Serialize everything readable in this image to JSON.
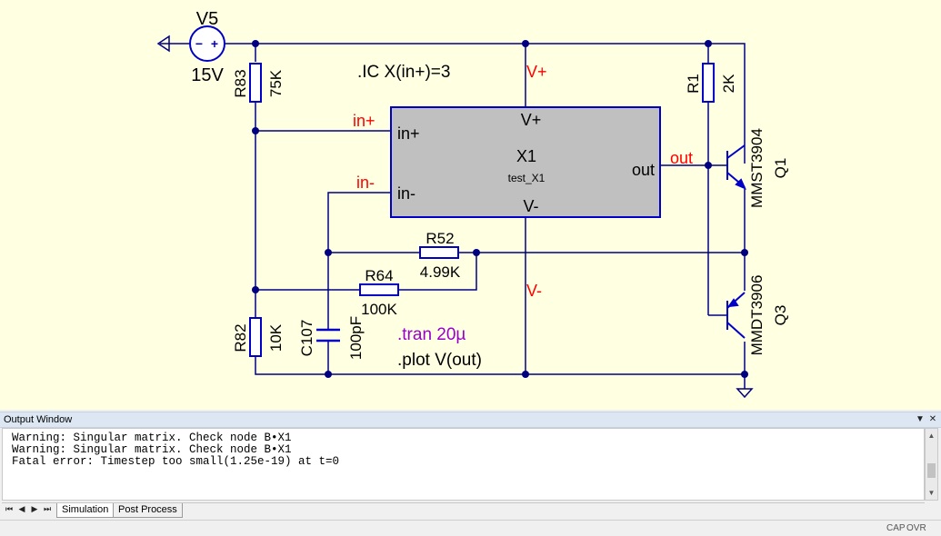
{
  "schematic": {
    "directives": {
      "ic": ".IC X(in+)=3",
      "tran": ".tran 20µ",
      "plot": ".plot V(out)"
    },
    "source": {
      "name": "V5",
      "value": "15V",
      "plus": "+",
      "minus": "−"
    },
    "resistors": [
      {
        "name": "R83",
        "value": "75K"
      },
      {
        "name": "R1",
        "value": "2K"
      },
      {
        "name": "R52",
        "value": "4.99K"
      },
      {
        "name": "R64",
        "value": "100K"
      },
      {
        "name": "R82",
        "value": "10K"
      }
    ],
    "capacitor": {
      "name": "C107",
      "value": "100pF"
    },
    "transistors": [
      {
        "name": "Q1",
        "model": "MMST3904"
      },
      {
        "name": "Q3",
        "model": "MMDT3906"
      }
    ],
    "opamp": {
      "name": "X1",
      "model": "test_X1",
      "pins": {
        "vplus": "V+",
        "vminus": "V-",
        "inplus": "in+",
        "inminus": "in-",
        "out": "out"
      }
    },
    "net_labels": {
      "inplus": "in+",
      "inminus": "in-",
      "out": "out",
      "vplus": "V+",
      "vminus": "V-"
    },
    "colors": {
      "wire": "#000080",
      "netlabel": "#ff0000",
      "directive": "#9900cc",
      "component": "#0000c8",
      "chip": "#c0c0c0",
      "background": "#ffffe1"
    }
  },
  "output_window": {
    "title": "Output Window",
    "menu_icon": "▼",
    "close_icon": "✕",
    "lines": [
      "Warning: Singular matrix. Check node B•X1",
      "Warning: Singular matrix. Check node B•X1",
      "Fatal error: Timestep too small(1.25e-19) at t=0"
    ],
    "tabs": [
      {
        "label": "Simulation",
        "active": true
      },
      {
        "label": "Post Process",
        "active": false
      }
    ],
    "nav_icons": [
      "⏮",
      "◀",
      "▶",
      "⏭"
    ]
  },
  "statusbar": {
    "cap": "CAP",
    "ovr": "OVR"
  }
}
